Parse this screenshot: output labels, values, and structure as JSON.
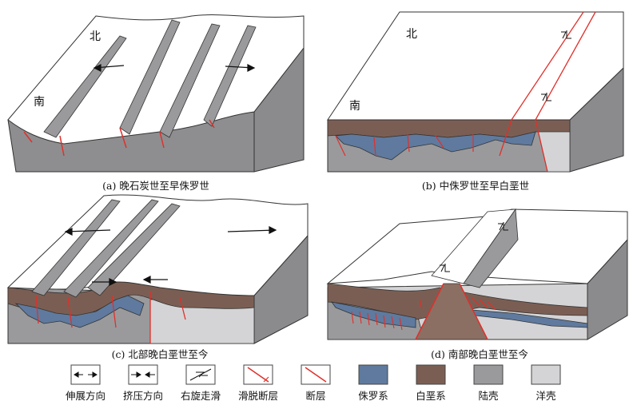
{
  "panels": {
    "a": {
      "caption": "(a) 晚石炭世至早侏罗世",
      "north": "北",
      "south": "南"
    },
    "b": {
      "caption": "(b) 中侏罗世至早白垩世",
      "north": "北",
      "south": "南"
    },
    "c": {
      "caption": "(c) 北部晚白垩世至今"
    },
    "d": {
      "caption": "(d) 南部晚白垩世至今"
    }
  },
  "legend": [
    {
      "label": "伸展方向",
      "symbol": "extension-arrows"
    },
    {
      "label": "挤压方向",
      "symbol": "compression-arrows"
    },
    {
      "label": "右旋走滑",
      "symbol": "dextral-strike-slip"
    },
    {
      "label": "滑脱断层",
      "symbol": "detachment-fault"
    },
    {
      "label": "断层",
      "symbol": "fault"
    },
    {
      "label": "侏罗系",
      "symbol": "jurassic",
      "color": "#5f7a9e"
    },
    {
      "label": "白垩系",
      "symbol": "cretaceous",
      "color": "#7b5e53"
    },
    {
      "label": "陆壳",
      "symbol": "continental-crust",
      "color": "#9a9a9c"
    },
    {
      "label": "洋壳",
      "symbol": "oceanic-crust",
      "color": "#d4d4d6"
    }
  ],
  "colors": {
    "jurassic": "#5f7a9e",
    "cretaceous": "#7b5e53",
    "continental": "#9a9a9c",
    "oceanic": "#d4d4d6",
    "fault": "#e0302b",
    "block_side": "#8b8b8d"
  }
}
